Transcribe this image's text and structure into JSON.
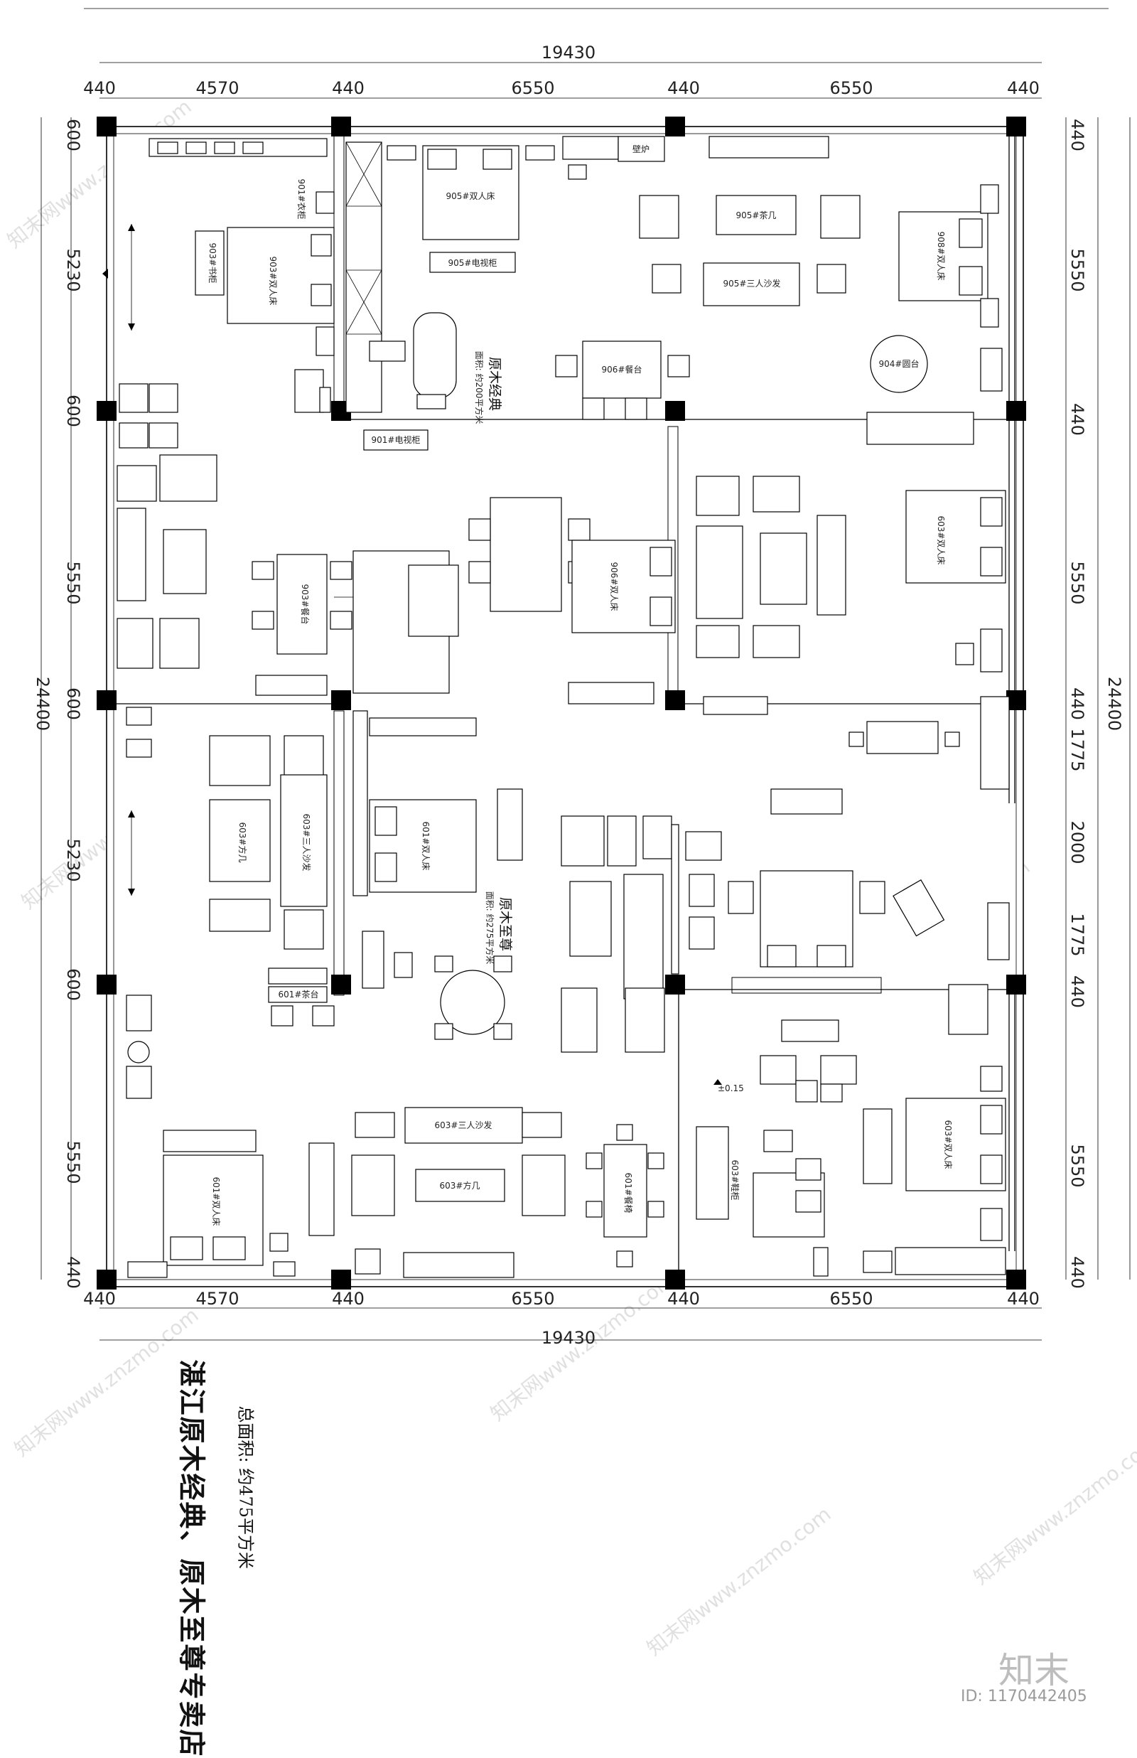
{
  "dimensions": {
    "overall_width": "19430",
    "overall_height": "24400",
    "top": [
      "440",
      "4570",
      "440",
      "6550",
      "440",
      "6550",
      "440"
    ],
    "bottom": [
      "440",
      "4570",
      "440",
      "6550",
      "440",
      "6550",
      "440"
    ],
    "left": [
      "600",
      "5230",
      "600",
      "5550",
      "600",
      "5230",
      "600",
      "5550",
      "440"
    ],
    "right": [
      "440",
      "5550",
      "440",
      "5550",
      "440",
      "1775",
      "2000",
      "1775",
      "440",
      "5550",
      "440"
    ]
  },
  "zones": {
    "classic": "原木经典",
    "classic_area": "面积: 约200平方米",
    "supreme": "原木至尊",
    "supreme_area": "面积: 约275平方米",
    "level": "±0.15"
  },
  "labels": {
    "fireplace": "壁炉",
    "tv_cabinet_905": "905#电视柜",
    "tv_cabinet_901": "901#电视柜",
    "bed_903": "903#双人床",
    "bed_905": "905#双人床",
    "bed_906": "906#双人床",
    "bed_908": "908#双人床",
    "bed_603": "603#双人床",
    "sofa_905": "905#三人沙发",
    "sofa_603": "603#三人沙发",
    "dining_906": "906#餐台",
    "dining_903": "903#餐台",
    "round_table_904": "904#圆台",
    "wardrobe_901": "901#衣柜",
    "shoe_cabinet_603": "603#鞋柜",
    "coffee_table_603": "603#方几",
    "coffee_table_905": "905#茶几",
    "chair_601": "601#餐椅",
    "bed_601": "601#双人床",
    "tea_table_601": "601#茶台",
    "wall_cab": "903#书柜"
  },
  "title": {
    "main": "湛江原木经典、原木至尊专卖店",
    "area": "总面积: 约475平方米"
  },
  "watermark": "知末网www.znzmo.com",
  "brand": "知末",
  "id_text": "ID: 1170442405"
}
